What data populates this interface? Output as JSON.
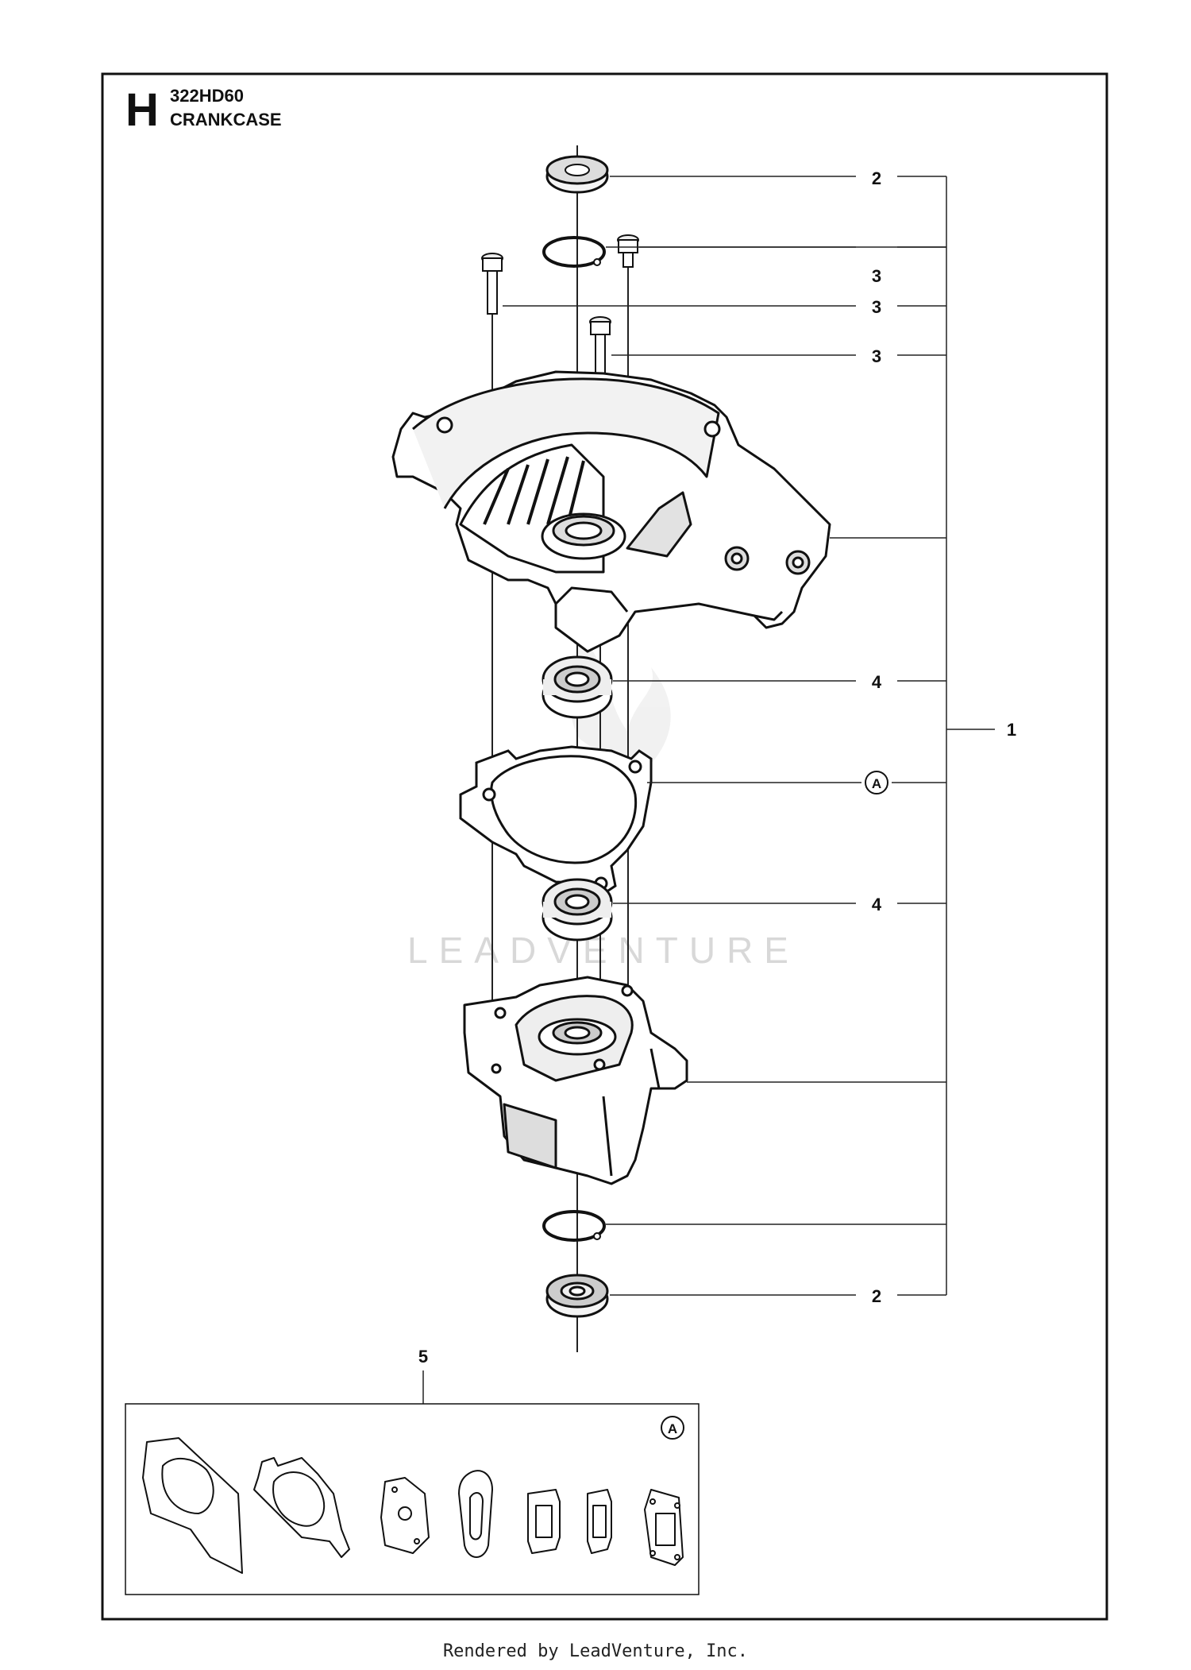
{
  "header": {
    "section_letter": "H",
    "model": "322HD60",
    "title": "CRANKCASE"
  },
  "callouts": [
    {
      "id": "c-seal-top",
      "label": "2"
    },
    {
      "id": "c-screw-1",
      "label": "3"
    },
    {
      "id": "c-screw-2",
      "label": "3"
    },
    {
      "id": "c-screw-3",
      "label": "3"
    },
    {
      "id": "c-bearing-top",
      "label": "4"
    },
    {
      "id": "c-gasket",
      "label": "A"
    },
    {
      "id": "c-bearing-bottom",
      "label": "4"
    },
    {
      "id": "c-seal-bottom",
      "label": "2"
    },
    {
      "id": "c-assembly",
      "label": "1"
    },
    {
      "id": "c-gasket-kit",
      "label": "5"
    },
    {
      "id": "c-kit-ref",
      "label": "A"
    }
  ],
  "watermark": "LEADVENTURE",
  "footer": "Rendered by LeadVenture, Inc."
}
